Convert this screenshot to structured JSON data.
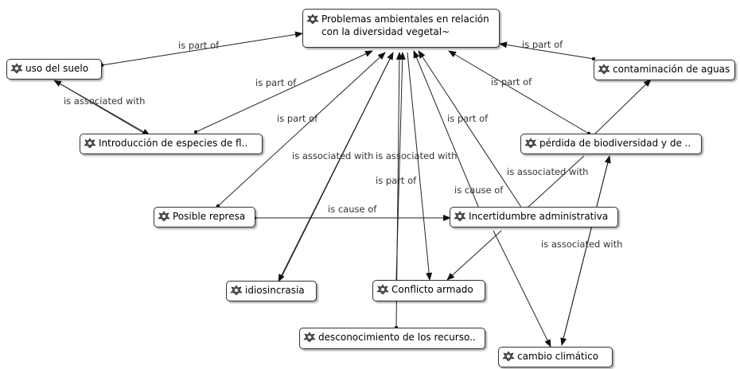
{
  "nodes": {
    "main": "Problemas ambientales en relación con la diversidad vegetal~",
    "uso_suelo": "uso del suelo",
    "contaminacion": "contaminación de aguas",
    "introduccion": "Introducción de especies de fl..",
    "perdida": "pérdida de biodiversidad y de ..",
    "represa": "Posible represa",
    "incertidumbre": "Incertidumbre administrativa",
    "idiosincrasia": "idiosincrasia",
    "conflicto": "Conflicto armado",
    "desconocimiento": "desconocimiento de los recurso..",
    "cambio": "cambio climático"
  },
  "edge_labels": {
    "part_of_uso": "is part of",
    "part_of_contam": "is part of",
    "assoc_uso_intro": "is associated with",
    "part_of_intro": "is part of",
    "part_of_perdida": "is part of",
    "part_of_represa": "is part of",
    "part_of_incert": "is part of",
    "assoc_idio": "is associated with",
    "assoc_conflicto": "is associated with",
    "part_of_desc": "is part of",
    "cause_incert_main": "is cause of",
    "assoc_incert_perdida": "is associated with",
    "cause_represa_incert": "is cause of",
    "assoc_cambio_perdida": "is associated with"
  }
}
